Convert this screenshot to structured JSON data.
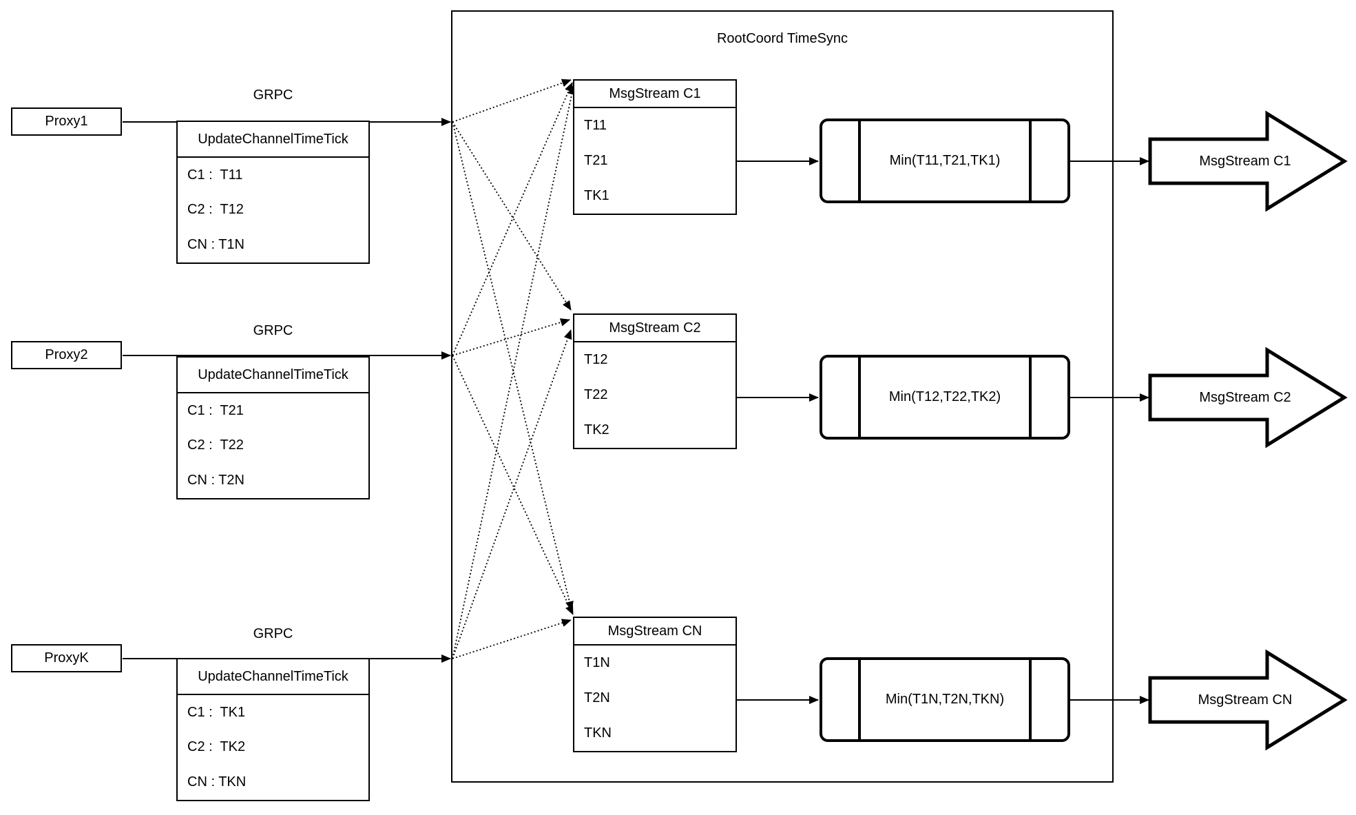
{
  "rootcoord": {
    "title": "RootCoord TimeSync"
  },
  "proxies": [
    {
      "name": "Proxy1",
      "protocol": "GRPC",
      "table": {
        "header": "UpdateChannelTimeTick",
        "rows": [
          "C1 :  T11",
          "C2 :  T12",
          "CN : T1N"
        ]
      }
    },
    {
      "name": "Proxy2",
      "protocol": "GRPC",
      "table": {
        "header": "UpdateChannelTimeTick",
        "rows": [
          "C1 :  T21",
          "C2 :  T22",
          "CN : T2N"
        ]
      }
    },
    {
      "name": "ProxyK",
      "protocol": "GRPC",
      "table": {
        "header": "UpdateChannelTimeTick",
        "rows": [
          "C1 :  TK1",
          "C2 :  TK2",
          "CN : TKN"
        ]
      }
    }
  ],
  "streams": [
    {
      "header": "MsgStream C1",
      "timestamps": [
        "T11",
        "T21",
        "TK1"
      ],
      "min_label": "Min(T11,T21,TK1)",
      "output_label": "MsgStream C1"
    },
    {
      "header": "MsgStream C2",
      "timestamps": [
        "T12",
        "T22",
        "TK2"
      ],
      "min_label": "Min(T12,T22,TK2)",
      "output_label": "MsgStream C2"
    },
    {
      "header": "MsgStream CN",
      "timestamps": [
        "T1N",
        "T2N",
        "TKN"
      ],
      "min_label": "Min(T1N,T2N,TKN)",
      "output_label": "MsgStream CN"
    }
  ],
  "colors": {
    "stroke": "#000000",
    "background": "#ffffff"
  }
}
